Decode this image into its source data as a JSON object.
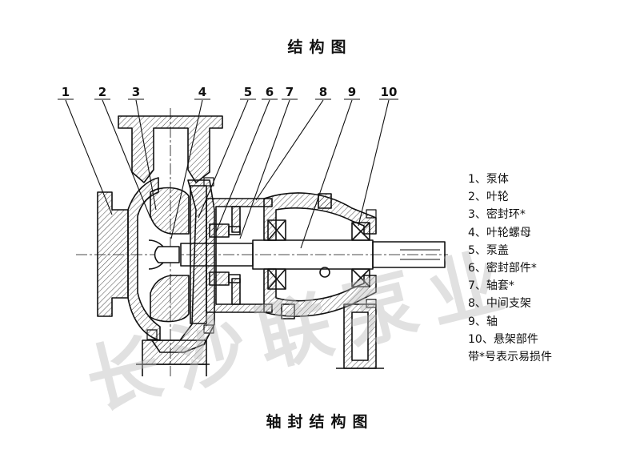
{
  "title": "结构图",
  "subtitle": "轴封结构图",
  "watermark": "长沙联泵业",
  "callouts": [
    "1",
    "2",
    "3",
    "4",
    "5",
    "6",
    "7",
    "8",
    "9",
    "10"
  ],
  "legend": [
    {
      "no": "1、",
      "name": "泵体"
    },
    {
      "no": "2、",
      "name": "叶轮"
    },
    {
      "no": "3、",
      "name": "密封环*"
    },
    {
      "no": "4、",
      "name": "叶轮螺母"
    },
    {
      "no": "5、",
      "name": "泵盖"
    },
    {
      "no": "6、",
      "name": "密封部件*"
    },
    {
      "no": "7、",
      "name": "轴套*"
    },
    {
      "no": "8、",
      "name": "中间支架"
    },
    {
      "no": "9、",
      "name": "轴"
    },
    {
      "no": "10、",
      "name": "悬架部件"
    }
  ],
  "legend_note": "带*号表示易损件",
  "colors": {
    "line": "#111111",
    "hatch": "#333333",
    "watermark": "#c8c8c8"
  }
}
